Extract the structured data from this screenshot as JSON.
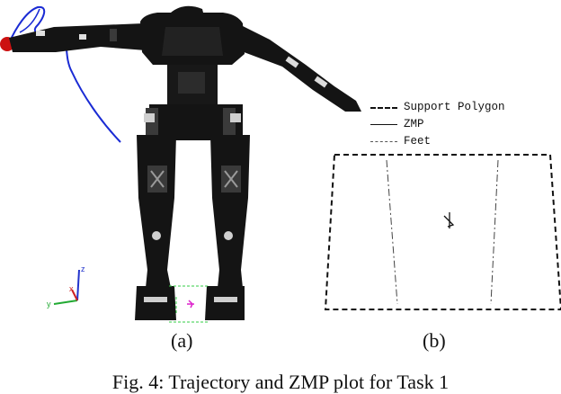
{
  "legend": {
    "items": [
      {
        "label": "Support Polygon"
      },
      {
        "label": "ZMP"
      },
      {
        "label": "Feet"
      }
    ]
  },
  "panels": {
    "a_label": "(a)",
    "b_label": "(b)"
  },
  "axes_indicator": {
    "x_label": "x",
    "y_label": "y",
    "z_label": "z"
  },
  "caption": "Fig. 4: Trajectory and ZMP plot for Task 1",
  "colors": {
    "trajectory": "#1a2bd4",
    "end_effector": "#cc1111",
    "feet_outline": "#33cc44",
    "zmp_marker": "#dd22cc",
    "robot": "#141414"
  }
}
